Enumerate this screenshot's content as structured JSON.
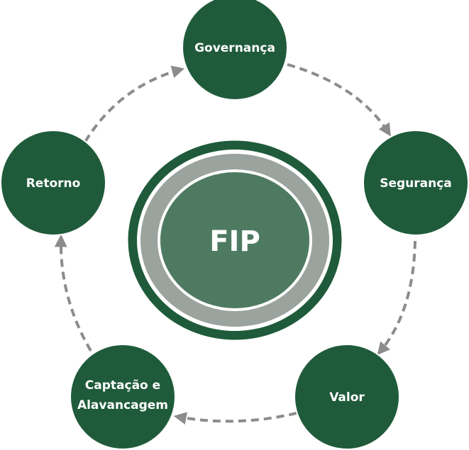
{
  "colors": {
    "node_fill": "#1f5b3a",
    "node_stroke": "#ffffff",
    "center_outer": "#1f5b3a",
    "center_ring": "#9aa39d",
    "center_inner": "#4f7a62",
    "connector": "#8c8c8c",
    "text": "#ffffff"
  },
  "center": {
    "label": "FIP"
  },
  "nodes": [
    {
      "id": "governanca",
      "lines": [
        "Governança"
      ]
    },
    {
      "id": "seguranca",
      "lines": [
        "Segurança"
      ]
    },
    {
      "id": "valor",
      "lines": [
        "Valor"
      ]
    },
    {
      "id": "captacao",
      "lines": [
        "Captação e",
        "Alavancagem"
      ]
    },
    {
      "id": "retorno",
      "lines": [
        "Retorno"
      ]
    }
  ],
  "connectors": [
    {
      "from": "governanca",
      "to": "seguranca"
    },
    {
      "from": "seguranca",
      "to": "valor"
    },
    {
      "from": "valor",
      "to": "captacao"
    },
    {
      "from": "captacao",
      "to": "retorno"
    },
    {
      "from": "retorno",
      "to": "governanca"
    }
  ]
}
